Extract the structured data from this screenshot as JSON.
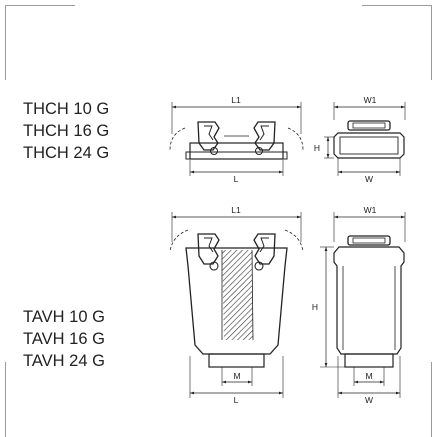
{
  "groups": [
    {
      "models": [
        "THCH 10 G",
        "THCH 16 G",
        "THCH 24 G"
      ]
    },
    {
      "models": [
        "TAVH 10 G",
        "TAVH 16 G",
        "TAVH 24 G"
      ]
    }
  ],
  "dimensions": {
    "top_front": {
      "l1": "L1",
      "l": "L"
    },
    "top_side": {
      "w1": "W1",
      "h": "H",
      "w": "W"
    },
    "bottom_front": {
      "l1": "L1",
      "m": "M",
      "l": "L"
    },
    "bottom_side": {
      "w1": "W1",
      "h": "H",
      "m": "M",
      "w": "W"
    }
  },
  "colors": {
    "line": "#222222",
    "frame": "#9a9a9a"
  }
}
